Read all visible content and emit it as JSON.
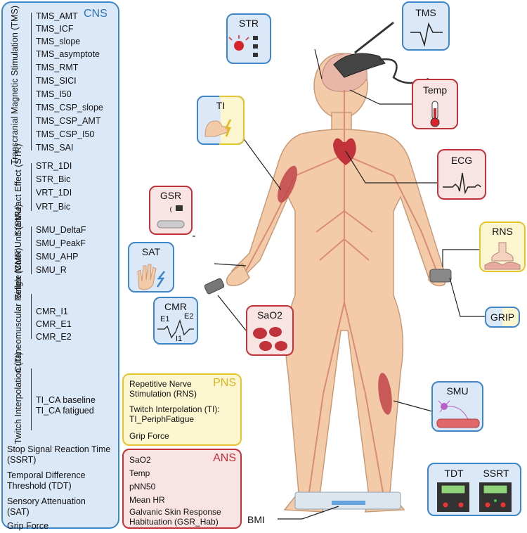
{
  "cns": {
    "title": "CNS",
    "groups": [
      {
        "label": "Transcranial Magnetic Stimulation (TMS)",
        "items": [
          "TMS_AMT",
          "TMS_ICF",
          "TMS_slope",
          "TMS_asymptote",
          "TMS_RMT",
          "TMS_SICI",
          "TMS_I50",
          "TMS_CSP_slope",
          "TMS_CSP_AMT",
          "TMS_CSP_I50",
          "TMS_SAI"
        ]
      },
      {
        "label": "StartReact Effect (STR)",
        "items": [
          "STR_1DI",
          "STR_Bic",
          "VRT_1DI",
          "VRT_Bic"
        ]
      },
      {
        "label": "Single Motor Unit (SMU)",
        "items": [
          "SMU_DeltaF",
          "SMU_PeakF",
          "SMU_AHP",
          "SMU_R"
        ]
      },
      {
        "label": "Cutaneomuscular Reflex (CMR)",
        "items": [
          "CMR_I1",
          "CMR_E1",
          "CMR_E2"
        ]
      },
      {
        "label": "Twitch Interpolation (TI)",
        "items": [
          "TI_CA baseline",
          "TI_CA fatigued"
        ]
      }
    ],
    "extras": [
      "Stop Signal Reaction Time (SSRT)",
      "Temporal Difference Threshold (TDT)",
      "Sensory Attenuation (SAT)",
      "Grip Force"
    ]
  },
  "pns": {
    "title": "PNS",
    "items": [
      "Repetitive Nerve Stimulation (RNS)",
      "Twitch Interpolation (TI): TI_PeriphFatigue",
      "Grip Force"
    ]
  },
  "ans": {
    "title": "ANS",
    "items": [
      "SaO2",
      "Temp",
      "pNN50",
      "Mean HR",
      "Galvanic Skin Response Habituation (GSR_Hab)"
    ]
  },
  "icons": {
    "str": "STR",
    "tms": "TMS",
    "temp": "Temp",
    "ti": "TI",
    "ecg": "ECG",
    "gsr": "GSR",
    "rns": "RNS",
    "sat": "SAT",
    "cmr": "CMR",
    "sao2": "SaO2",
    "grip": "GRIP",
    "smu": "SMU",
    "tdt": "TDT",
    "ssrt": "SSRT",
    "bmi": "BMI"
  },
  "cmr_wave_labels": {
    "e1": "E1",
    "e2": "E2",
    "i1": "I1"
  },
  "colors": {
    "cns": "#3f86c8",
    "pns": "#e3c52e",
    "ans": "#c2323a",
    "skin": "#f2c9a5",
    "nerve": "#d98b74"
  }
}
